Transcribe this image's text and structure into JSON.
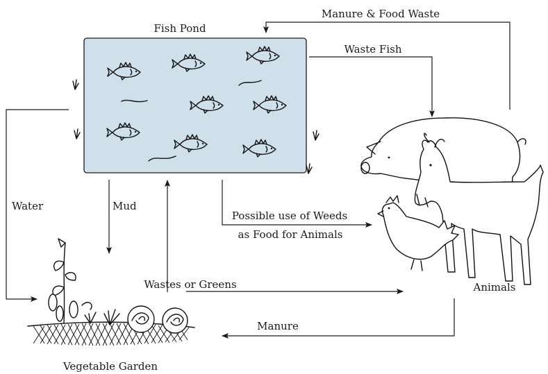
{
  "nodes": {
    "fish_pond": "Fish Pond",
    "animals": "Animals",
    "vegetable_garden": "Vegetable Garden"
  },
  "flows": {
    "manure_food_waste": "Manure & Food Waste",
    "waste_fish": "Waste Fish",
    "water": "Water",
    "mud": "Mud",
    "weeds_line1": "Possible use of Weeds",
    "weeds_line2": "as Food for Animals",
    "wastes_greens": "Wastes or Greens",
    "manure": "Manure"
  },
  "colors": {
    "pond_fill": "#cfe0ea",
    "line": "#1a1a1a"
  }
}
